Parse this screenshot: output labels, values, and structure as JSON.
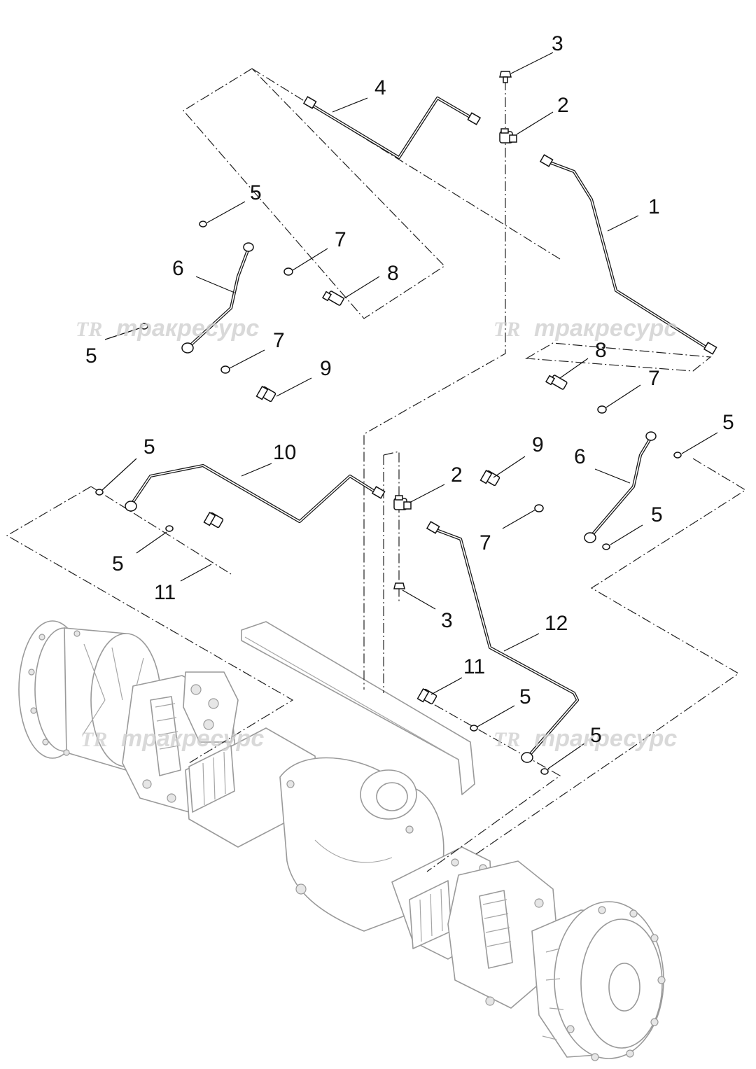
{
  "watermark": {
    "logo": "TR",
    "text": "тракресурс"
  },
  "callouts": {
    "c1": "1",
    "c2a": "2",
    "c2b": "2",
    "c3a": "3",
    "c3b": "3",
    "c4": "4",
    "c5a": "5",
    "c5b": "5",
    "c5c": "5",
    "c5d": "5",
    "c5e": "5",
    "c5f": "5",
    "c5g": "5",
    "c5h": "5",
    "c6a": "6",
    "c6b": "6",
    "c7a": "7",
    "c7b": "7",
    "c7c": "7",
    "c7d": "7",
    "c8a": "8",
    "c8b": "8",
    "c9a": "9",
    "c9b": "9",
    "c10": "10",
    "c11a": "11",
    "c11b": "11",
    "c12": "12"
  },
  "colors": {
    "line": "#111111",
    "axle_outline": "#9a9a9a",
    "watermark": "#cfcfcf"
  }
}
